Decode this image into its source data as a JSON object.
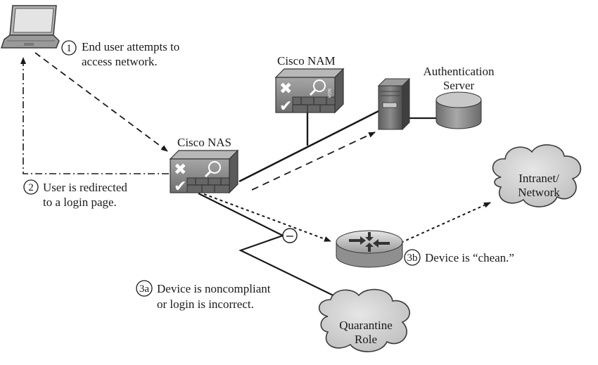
{
  "devices": {
    "nam_label": "Cisco NAM",
    "nas_label": "Cisco NAS",
    "auth_line1": "Authentication",
    "auth_line2": "Server",
    "nam_badge": "NGR"
  },
  "clouds": {
    "intranet_line1": "Intranet/",
    "intranet_line2": "Network",
    "quarantine_line1": "Quarantine",
    "quarantine_line2": "Role"
  },
  "steps": {
    "s1_num": "1",
    "s1_line1": "End user attempts to",
    "s1_line2": "access network.",
    "s2_num": "2",
    "s2_line1": "User is redirected",
    "s2_line2": "to a login page.",
    "s3a_num": "3a",
    "s3a_line1": "Device is noncompliant",
    "s3a_line2": "or login is incorrect.",
    "s3b_num": "3b",
    "s3b_text": "Device is “chean.”"
  },
  "symbols": {
    "minus": "−"
  },
  "colors": {
    "line": "#1a1a1a",
    "device_gray": "#8a8a8a",
    "cloud_gray": "#cfcfcf"
  },
  "icons": [
    "laptop-icon",
    "firewall-icon",
    "server-icon",
    "database-icon",
    "router-icon",
    "cloud-icon",
    "magnifier-icon",
    "check-icon",
    "x-icon"
  ]
}
